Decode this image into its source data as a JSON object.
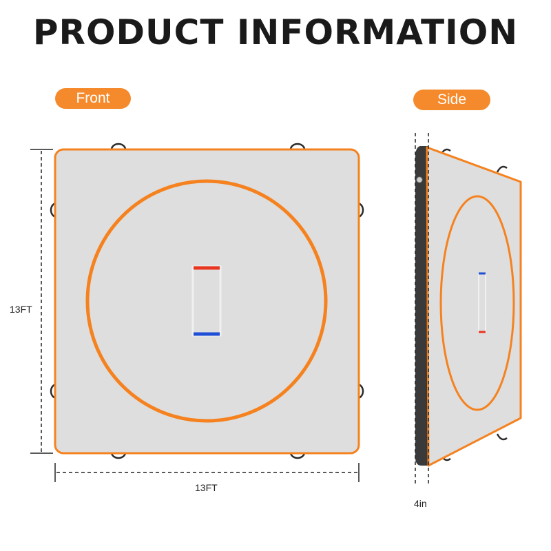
{
  "title": "PRODUCT INFORMATION",
  "labels": {
    "front": "Front",
    "side": "Side"
  },
  "dimensions": {
    "height": "13FT",
    "width": "13FT",
    "thickness": "4in"
  },
  "colors": {
    "accent": "#f58a2c",
    "mat": "#dedede",
    "edge": "#f5821f",
    "red": "#e8351f",
    "blue": "#1f4fd6",
    "handle": "#2a2a2a",
    "side_body": "#3a3a3a"
  }
}
